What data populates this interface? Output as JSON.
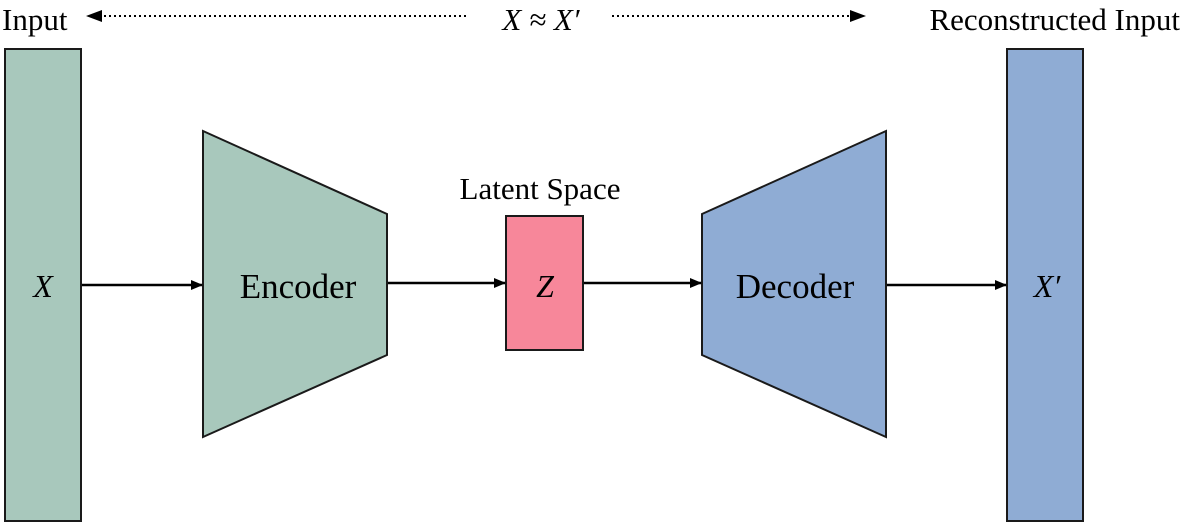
{
  "header": {
    "left_label": "Input",
    "center_relation": "X ≈ X′",
    "right_label": "Reconstructed Input"
  },
  "blocks": {
    "input": {
      "symbol": "X",
      "color": "#a8c8bc"
    },
    "encoder": {
      "label": "Encoder",
      "color": "#a8c8bc"
    },
    "latent": {
      "title": "Latent Space",
      "symbol": "Z",
      "color": "#f7879a"
    },
    "decoder": {
      "label": "Decoder",
      "color": "#8facd4"
    },
    "output": {
      "symbol": "X′",
      "color": "#8facd4"
    }
  },
  "stroke_color": "#1a1a1a"
}
